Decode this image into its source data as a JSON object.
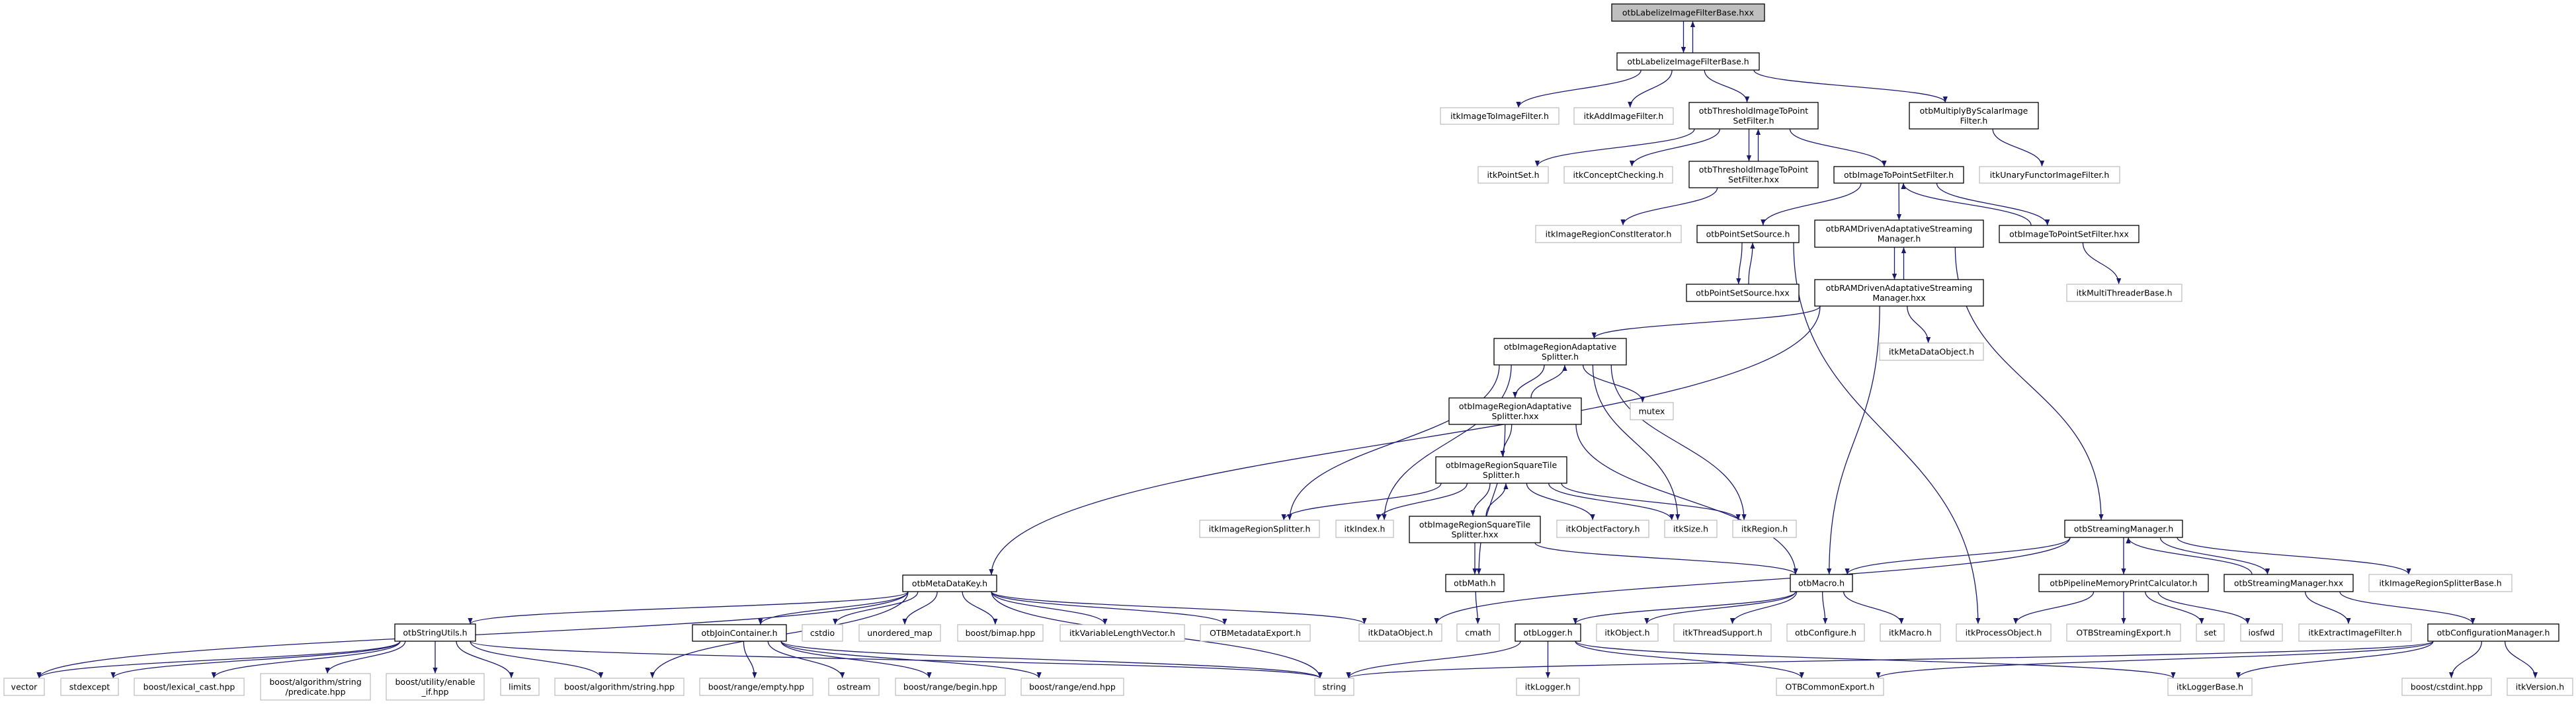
{
  "colors": {
    "edge": "#191970",
    "root_fill": "#bfbfbf",
    "doc_border": "#000000",
    "ext_border": "#bfbfbf",
    "background": "#ffffff"
  },
  "nodes": [
    {
      "label": [
        "otbLabelizeImageFilterBase.hxx"
      ],
      "kind": "root"
    },
    {
      "label": [
        "otbLabelizeImageFilterBase.h"
      ],
      "kind": "doc"
    },
    {
      "label": [
        "itkImageToImageFilter.h"
      ],
      "kind": "ext"
    },
    {
      "label": [
        "itkAddImageFilter.h"
      ],
      "kind": "ext"
    },
    {
      "label": [
        "otbThresholdImageToPoint",
        "SetFilter.h"
      ],
      "kind": "doc"
    },
    {
      "label": [
        "otbMultiplyByScalarImage",
        "Filter.h"
      ],
      "kind": "doc"
    },
    {
      "label": [
        "itkPointSet.h"
      ],
      "kind": "ext"
    },
    {
      "label": [
        "itkConceptChecking.h"
      ],
      "kind": "ext"
    },
    {
      "label": [
        "otbThresholdImageToPoint",
        "SetFilter.hxx"
      ],
      "kind": "doc"
    },
    {
      "label": [
        "otbImageToPointSetFilter.h"
      ],
      "kind": "doc"
    },
    {
      "label": [
        "itkUnaryFunctorImageFilter.h"
      ],
      "kind": "ext"
    },
    {
      "label": [
        "itkImageRegionConstIterator.h"
      ],
      "kind": "ext"
    },
    {
      "label": [
        "otbPointSetSource.h"
      ],
      "kind": "doc"
    },
    {
      "label": [
        "otbRAMDrivenAdaptativeStreaming",
        "Manager.h"
      ],
      "kind": "doc"
    },
    {
      "label": [
        "otbImageToPointSetFilter.hxx"
      ],
      "kind": "doc"
    },
    {
      "label": [
        "otbPointSetSource.hxx"
      ],
      "kind": "doc"
    },
    {
      "label": [
        "otbRAMDrivenAdaptativeStreaming",
        "Manager.hxx"
      ],
      "kind": "doc"
    },
    {
      "label": [
        "itkMultiThreaderBase.h"
      ],
      "kind": "ext"
    },
    {
      "label": [
        "itkMetaDataObject.h"
      ],
      "kind": "ext"
    },
    {
      "label": [
        "otbImageRegionAdaptative",
        "Splitter.h"
      ],
      "kind": "doc"
    },
    {
      "label": [
        "otbImageRegionAdaptative",
        "Splitter.hxx"
      ],
      "kind": "doc"
    },
    {
      "label": [
        "mutex"
      ],
      "kind": "ext"
    },
    {
      "label": [
        "otbImageRegionSquareTile",
        "Splitter.h"
      ],
      "kind": "doc"
    },
    {
      "label": [
        "itkImageRegionSplitter.h"
      ],
      "kind": "ext"
    },
    {
      "label": [
        "itkIndex.h"
      ],
      "kind": "ext"
    },
    {
      "label": [
        "otbImageRegionSquareTile",
        "Splitter.hxx"
      ],
      "kind": "doc"
    },
    {
      "label": [
        "itkObjectFactory.h"
      ],
      "kind": "ext"
    },
    {
      "label": [
        "itkSize.h"
      ],
      "kind": "ext"
    },
    {
      "label": [
        "itkRegion.h"
      ],
      "kind": "ext"
    },
    {
      "label": [
        "otbStreamingManager.h"
      ],
      "kind": "doc"
    },
    {
      "label": [
        "otbMetaDataKey.h"
      ],
      "kind": "doc"
    },
    {
      "label": [
        "otbMath.h"
      ],
      "kind": "doc"
    },
    {
      "label": [
        "otbMacro.h"
      ],
      "kind": "doc"
    },
    {
      "label": [
        "otbPipelineMemoryPrintCalculator.h"
      ],
      "kind": "doc"
    },
    {
      "label": [
        "otbStreamingManager.hxx"
      ],
      "kind": "doc"
    },
    {
      "label": [
        "itkImageRegionSplitterBase.h"
      ],
      "kind": "ext"
    },
    {
      "label": [
        "otbStringUtils.h"
      ],
      "kind": "doc"
    },
    {
      "label": [
        "otbJoinContainer.h"
      ],
      "kind": "doc"
    },
    {
      "label": [
        "cstdio"
      ],
      "kind": "ext"
    },
    {
      "label": [
        "unordered_map"
      ],
      "kind": "ext"
    },
    {
      "label": [
        "boost/bimap.hpp"
      ],
      "kind": "ext"
    },
    {
      "label": [
        "itkVariableLengthVector.h"
      ],
      "kind": "ext"
    },
    {
      "label": [
        "OTBMetadataExport.h"
      ],
      "kind": "ext"
    },
    {
      "label": [
        "itkDataObject.h"
      ],
      "kind": "ext"
    },
    {
      "label": [
        "cmath"
      ],
      "kind": "ext"
    },
    {
      "label": [
        "otbLogger.h"
      ],
      "kind": "doc"
    },
    {
      "label": [
        "itkObject.h"
      ],
      "kind": "ext"
    },
    {
      "label": [
        "itkThreadSupport.h"
      ],
      "kind": "ext"
    },
    {
      "label": [
        "otbConfigure.h"
      ],
      "kind": "ext"
    },
    {
      "label": [
        "itkMacro.h"
      ],
      "kind": "ext"
    },
    {
      "label": [
        "itkProcessObject.h"
      ],
      "kind": "ext"
    },
    {
      "label": [
        "OTBStreamingExport.h"
      ],
      "kind": "ext"
    },
    {
      "label": [
        "set"
      ],
      "kind": "ext"
    },
    {
      "label": [
        "iosfwd"
      ],
      "kind": "ext"
    },
    {
      "label": [
        "itkExtractImageFilter.h"
      ],
      "kind": "ext"
    },
    {
      "label": [
        "otbConfigurationManager.h"
      ],
      "kind": "doc"
    },
    {
      "label": [
        "vector"
      ],
      "kind": "ext"
    },
    {
      "label": [
        "stdexcept"
      ],
      "kind": "ext"
    },
    {
      "label": [
        "boost/lexical_cast.hpp"
      ],
      "kind": "ext"
    },
    {
      "label": [
        "boost/algorithm/string",
        "/predicate.hpp"
      ],
      "kind": "ext"
    },
    {
      "label": [
        "boost/utility/enable",
        "_if.hpp"
      ],
      "kind": "ext"
    },
    {
      "label": [
        "limits"
      ],
      "kind": "ext"
    },
    {
      "label": [
        "boost/algorithm/string.hpp"
      ],
      "kind": "ext"
    },
    {
      "label": [
        "boost/range/empty.hpp"
      ],
      "kind": "ext"
    },
    {
      "label": [
        "ostream"
      ],
      "kind": "ext"
    },
    {
      "label": [
        "boost/range/begin.hpp"
      ],
      "kind": "ext"
    },
    {
      "label": [
        "boost/range/end.hpp"
      ],
      "kind": "ext"
    },
    {
      "label": [
        "string"
      ],
      "kind": "ext"
    },
    {
      "label": [
        "itkLogger.h"
      ],
      "kind": "ext"
    },
    {
      "label": [
        "OTBCommonExport.h"
      ],
      "kind": "ext"
    },
    {
      "label": [
        "itkLoggerBase.h"
      ],
      "kind": "ext"
    },
    {
      "label": [
        "boost/cstdint.hpp"
      ],
      "kind": "ext"
    },
    {
      "label": [
        "itkVersion.h"
      ],
      "kind": "ext"
    }
  ],
  "edges": [
    [
      0,
      1
    ],
    [
      1,
      0
    ],
    [
      1,
      2
    ],
    [
      1,
      3
    ],
    [
      1,
      4
    ],
    [
      1,
      5
    ],
    [
      4,
      6
    ],
    [
      4,
      7
    ],
    [
      4,
      8
    ],
    [
      8,
      4
    ],
    [
      4,
      9
    ],
    [
      5,
      10
    ],
    [
      8,
      11
    ],
    [
      9,
      12
    ],
    [
      9,
      13
    ],
    [
      9,
      14
    ],
    [
      14,
      9
    ],
    [
      12,
      15
    ],
    [
      15,
      12
    ],
    [
      12,
      50
    ],
    [
      13,
      16
    ],
    [
      16,
      13
    ],
    [
      13,
      29
    ],
    [
      14,
      17
    ],
    [
      16,
      19
    ],
    [
      16,
      30
    ],
    [
      16,
      18
    ],
    [
      16,
      32
    ],
    [
      19,
      20
    ],
    [
      20,
      19
    ],
    [
      19,
      21
    ],
    [
      19,
      23
    ],
    [
      19,
      24
    ],
    [
      19,
      27
    ],
    [
      19,
      28
    ],
    [
      20,
      22
    ],
    [
      20,
      31
    ],
    [
      20,
      32
    ],
    [
      22,
      23
    ],
    [
      22,
      24
    ],
    [
      22,
      25
    ],
    [
      25,
      22
    ],
    [
      22,
      26
    ],
    [
      22,
      27
    ],
    [
      22,
      28
    ],
    [
      25,
      31
    ],
    [
      25,
      32
    ],
    [
      29,
      32
    ],
    [
      29,
      43
    ],
    [
      29,
      33
    ],
    [
      29,
      34
    ],
    [
      34,
      29
    ],
    [
      29,
      35
    ],
    [
      30,
      36
    ],
    [
      30,
      37
    ],
    [
      30,
      38
    ],
    [
      30,
      39
    ],
    [
      30,
      40
    ],
    [
      30,
      41
    ],
    [
      30,
      42
    ],
    [
      30,
      43
    ],
    [
      30,
      67
    ],
    [
      30,
      56
    ],
    [
      30,
      62
    ],
    [
      31,
      44
    ],
    [
      32,
      45
    ],
    [
      32,
      46
    ],
    [
      32,
      47
    ],
    [
      32,
      48
    ],
    [
      32,
      49
    ],
    [
      33,
      50
    ],
    [
      33,
      51
    ],
    [
      33,
      52
    ],
    [
      33,
      53
    ],
    [
      34,
      54
    ],
    [
      34,
      55
    ],
    [
      36,
      56
    ],
    [
      36,
      57
    ],
    [
      36,
      58
    ],
    [
      36,
      59
    ],
    [
      36,
      60
    ],
    [
      36,
      61
    ],
    [
      36,
      62
    ],
    [
      36,
      67
    ],
    [
      37,
      63
    ],
    [
      37,
      64
    ],
    [
      37,
      65
    ],
    [
      37,
      66
    ],
    [
      37,
      67
    ],
    [
      45,
      67
    ],
    [
      45,
      68
    ],
    [
      45,
      69
    ],
    [
      45,
      70
    ],
    [
      55,
      67
    ],
    [
      55,
      69
    ],
    [
      55,
      70
    ],
    [
      55,
      71
    ],
    [
      55,
      72
    ]
  ]
}
